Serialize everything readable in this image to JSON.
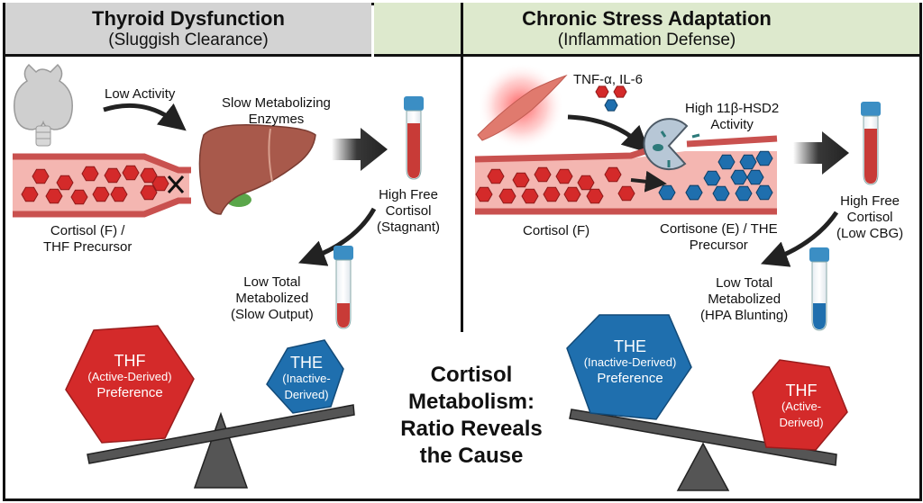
{
  "panels": {
    "left": {
      "title": "Thyroid Dysfunction",
      "subtitle": "(Sluggish Clearance)",
      "header_color": "#d3d3d3",
      "labels": {
        "low_activity": "Low Activity",
        "enzymes_line1": "Slow Metabolizing",
        "enzymes_line2": "Enzymes",
        "vessel_line1": "Cortisol (F) /",
        "vessel_line2": "THF Precursor",
        "free_line1": "High Free",
        "free_line2": "Cortisol",
        "free_line3": "(Stagnant)",
        "total_line1": "Low Total",
        "total_line2": "Metabolized",
        "total_line3": "(Slow Output)"
      },
      "icons": [
        "thyroid-icon",
        "liver-icon",
        "blood-vessel-icon",
        "blocked-x-icon",
        "test-tube-icon"
      ]
    },
    "right": {
      "title": "Chronic Stress Adaptation",
      "subtitle": "(Inflammation Defense)",
      "header_color": "#dde9cd",
      "labels": {
        "cytokines": "TNF-α, IL-6",
        "enzyme_line1": "High 11β-HSD2",
        "enzyme_line2": "Activity",
        "vessel_left": "Cortisol (F)",
        "vessel_right_line1": "Cortisone (E) / THE",
        "vessel_right_line2": "Precursor",
        "free_line1": "High Free",
        "free_line2": "Cortisol",
        "free_line3": "(Low CBG)",
        "total_line1": "Low Total",
        "total_line2": "Metabolized",
        "total_line3": "(HPA Blunting)"
      },
      "icons": [
        "inflamed-muscle-icon",
        "enzyme-pacman-icon",
        "blood-vessel-icon",
        "test-tube-icon"
      ]
    }
  },
  "center_title": {
    "line1": "Cortisol",
    "line2": "Metabolism:",
    "line3": "Ratio Reveals",
    "line4": "the Cause"
  },
  "scales": {
    "left": {
      "heavy": {
        "name": "THF",
        "line1": "(Active-Derived)",
        "line2": "Preference",
        "color": "#d42a2a"
      },
      "light": {
        "name": "THE",
        "line1": "(Inactive-",
        "line2": "Derived)",
        "color": "#1f6fae"
      }
    },
    "right": {
      "heavy": {
        "name": "THE",
        "line1": "(Inactive-Derived)",
        "line2": "Preference",
        "color": "#1f6fae"
      },
      "light": {
        "name": "THF",
        "line1": "(Active-",
        "line2": "Derived)",
        "color": "#d42a2a"
      }
    }
  },
  "colors": {
    "cortisol_red": "#d42a2a",
    "cortisone_blue": "#1f6fae",
    "vessel_wall": "#c9514f",
    "vessel_lumen": "#f4b6b1",
    "liver": "#a8594b",
    "beam": "#555555"
  }
}
